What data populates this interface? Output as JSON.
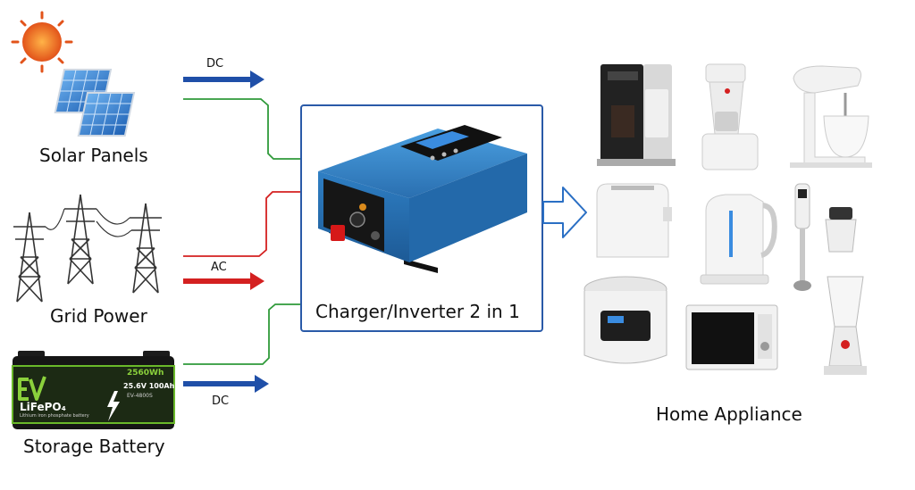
{
  "sources": {
    "solar": {
      "label": "Solar Panels",
      "flow": "DC"
    },
    "grid": {
      "label": "Grid Power",
      "flow": "AC"
    },
    "battery": {
      "label": "Storage Battery",
      "flow": "DC",
      "brand": "EV",
      "chemistry": "LiFePO₄",
      "capacity_kwh": "2560Wh",
      "rating": "25.6V 100Ah",
      "subtitle": "Lithium iron phosphate battery",
      "model": "EV-4800S"
    }
  },
  "center": {
    "label": "Charger/Inverter 2 in 1"
  },
  "output": {
    "label": "Home Appliance"
  },
  "colors": {
    "dc_arrow": "#1f4fa8",
    "ac_arrow": "#d42020",
    "dc_line": "#2f9a3a",
    "ac_line": "#d42020",
    "box_border": "#2a5aa8",
    "inverter_body": "#2f7fc4"
  },
  "icons": [
    "sun-icon",
    "solar-panel-icon",
    "power-tower-icon",
    "battery-icon",
    "inverter-icon",
    "coffee-machine-icon",
    "coffee-maker-icon",
    "stand-mixer-icon",
    "toaster-icon",
    "kettle-icon",
    "hand-blender-icon",
    "rice-cooker-icon",
    "microwave-icon",
    "blender-icon"
  ]
}
